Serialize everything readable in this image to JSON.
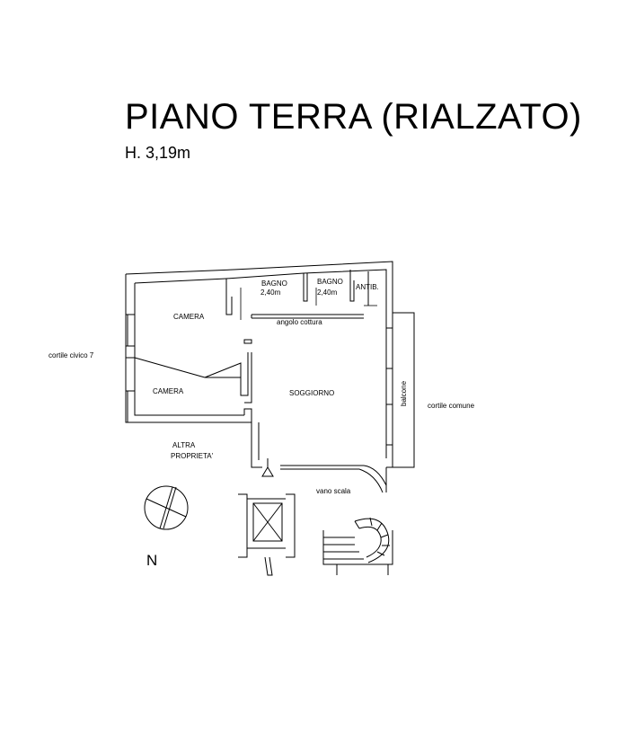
{
  "title": "PIANO TERRA (RIALZATO)",
  "height": "H. 3,19m",
  "rooms": {
    "camera_top": "CAMERA",
    "camera_bottom": "CAMERA",
    "bagno_1": "BAGNO",
    "bagno_1_h": "2,40m",
    "bagno_2": "BAGNO",
    "bagno_2_h": "2,40m",
    "antib": "ANTIB.",
    "angolo_cottura": "angolo cottura",
    "soggiorno": "SOGGIORNO",
    "balcone": "balcone",
    "altra_1": "ALTRA",
    "altra_2": "PROPRIETA'",
    "vano_scala": "vano scala"
  },
  "surroundings": {
    "cortile_civico": "cortile civico 7",
    "cortile_comune": "cortile comune"
  },
  "compass": {
    "north_label": "N"
  }
}
